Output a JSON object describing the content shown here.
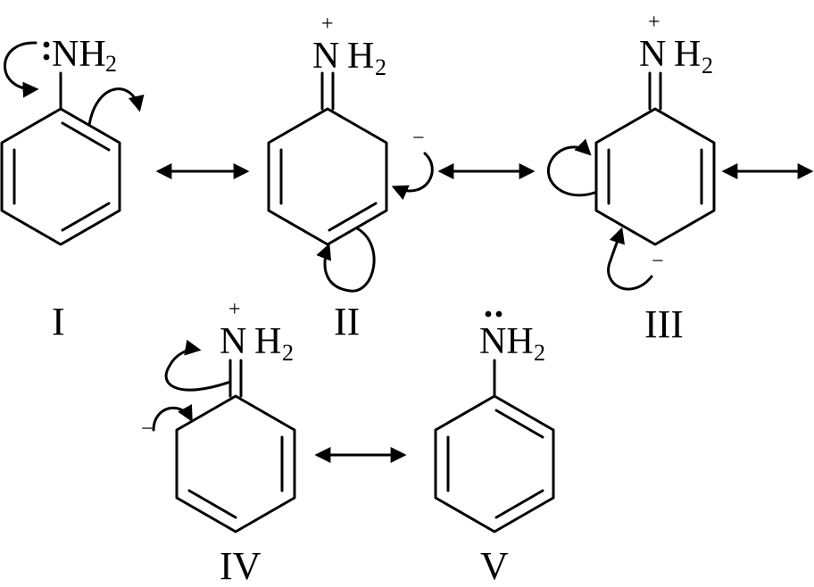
{
  "structures": [
    {
      "id": "I",
      "label": "I",
      "group_main": "NH",
      "group_sub": "2",
      "charge": "",
      "lone_pair": "colon-left"
    },
    {
      "id": "II",
      "label": "II",
      "group_main": "N",
      "group_h": "H",
      "group_sub": "2",
      "charge": "+",
      "carbanion_charge": "−"
    },
    {
      "id": "III",
      "label": "III",
      "group_main": "N",
      "group_h": "H",
      "group_sub": "2",
      "charge": "+",
      "carbanion_charge": "−"
    },
    {
      "id": "IV",
      "label": "IV",
      "group_main": "N",
      "group_h": "H",
      "group_sub": "2",
      "charge": "+",
      "carbanion_charge": "−"
    },
    {
      "id": "V",
      "label": "V",
      "group_main": "NH",
      "group_sub": "2",
      "charge": "",
      "lone_pair": "dots-above"
    }
  ],
  "resonance_arrows": [
    {
      "between": [
        "I",
        "II"
      ]
    },
    {
      "between": [
        "II",
        "III"
      ]
    },
    {
      "between": [
        "III",
        "next"
      ]
    },
    {
      "between": [
        "IV",
        "V"
      ]
    }
  ]
}
